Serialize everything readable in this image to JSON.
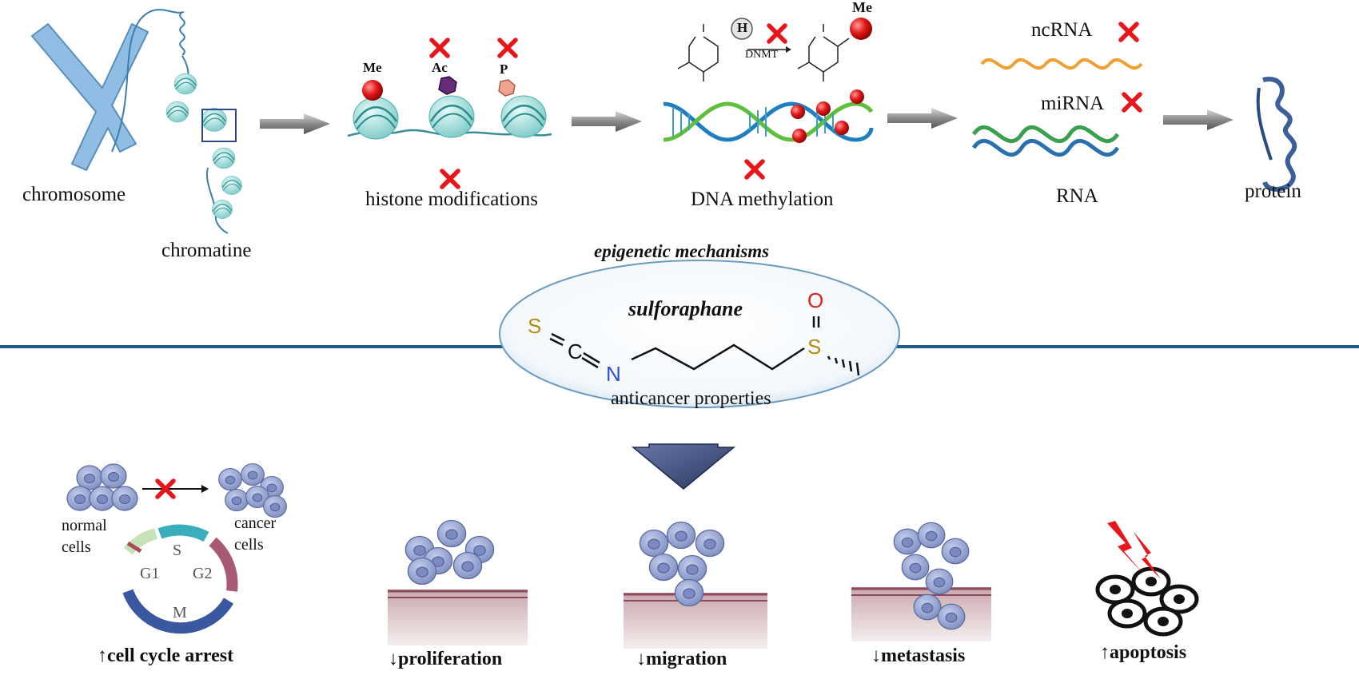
{
  "top": {
    "chromosome": "chromosome",
    "chromatine": "chromatine",
    "histone_mods": "histone modifications",
    "dna_methylation": "DNA methylation",
    "rna": "RNA",
    "protein": "protein",
    "ncrna": "ncRNA",
    "mirna": "miRNA",
    "mark_me": "Me",
    "mark_ac": "Ac",
    "mark_p": "P",
    "dnmt": "DNMT",
    "h_label": "H",
    "me_label": "Me"
  },
  "center": {
    "epigenetic": "epigenetic mechanisms",
    "compound": "sulforaphane",
    "properties": "anticancer properties",
    "atoms": {
      "s1": "S",
      "c": "C",
      "n": "N",
      "s2": "S",
      "o": "O"
    }
  },
  "cycle": {
    "normal": "normal",
    "normal2": "cells",
    "cancer": "cancer",
    "cancer2": "cells",
    "g1": "G1",
    "s": "S",
    "g2": "G2",
    "m": "M"
  },
  "outcomes": [
    {
      "arrow": "↑",
      "label": "cell cycle arrest"
    },
    {
      "arrow": "↓",
      "label": "proliferation"
    },
    {
      "arrow": "↓",
      "label": "migration"
    },
    {
      "arrow": "↓",
      "label": "metastasis"
    },
    {
      "arrow": "↑",
      "label": "apoptosis"
    }
  ],
  "colors": {
    "divider": "#1e5a8a",
    "inhibit": "#e8161b",
    "chromosome": "#7fb0d8",
    "nucleosome": "#9fd8d6",
    "cell": "#8fa1d0",
    "tissue_top": "#a06b78",
    "arrow_blue": "#4a5a8c",
    "sulfur": "#b38b12",
    "nitrogen": "#2a4fd8",
    "oxygen": "#e02020"
  }
}
